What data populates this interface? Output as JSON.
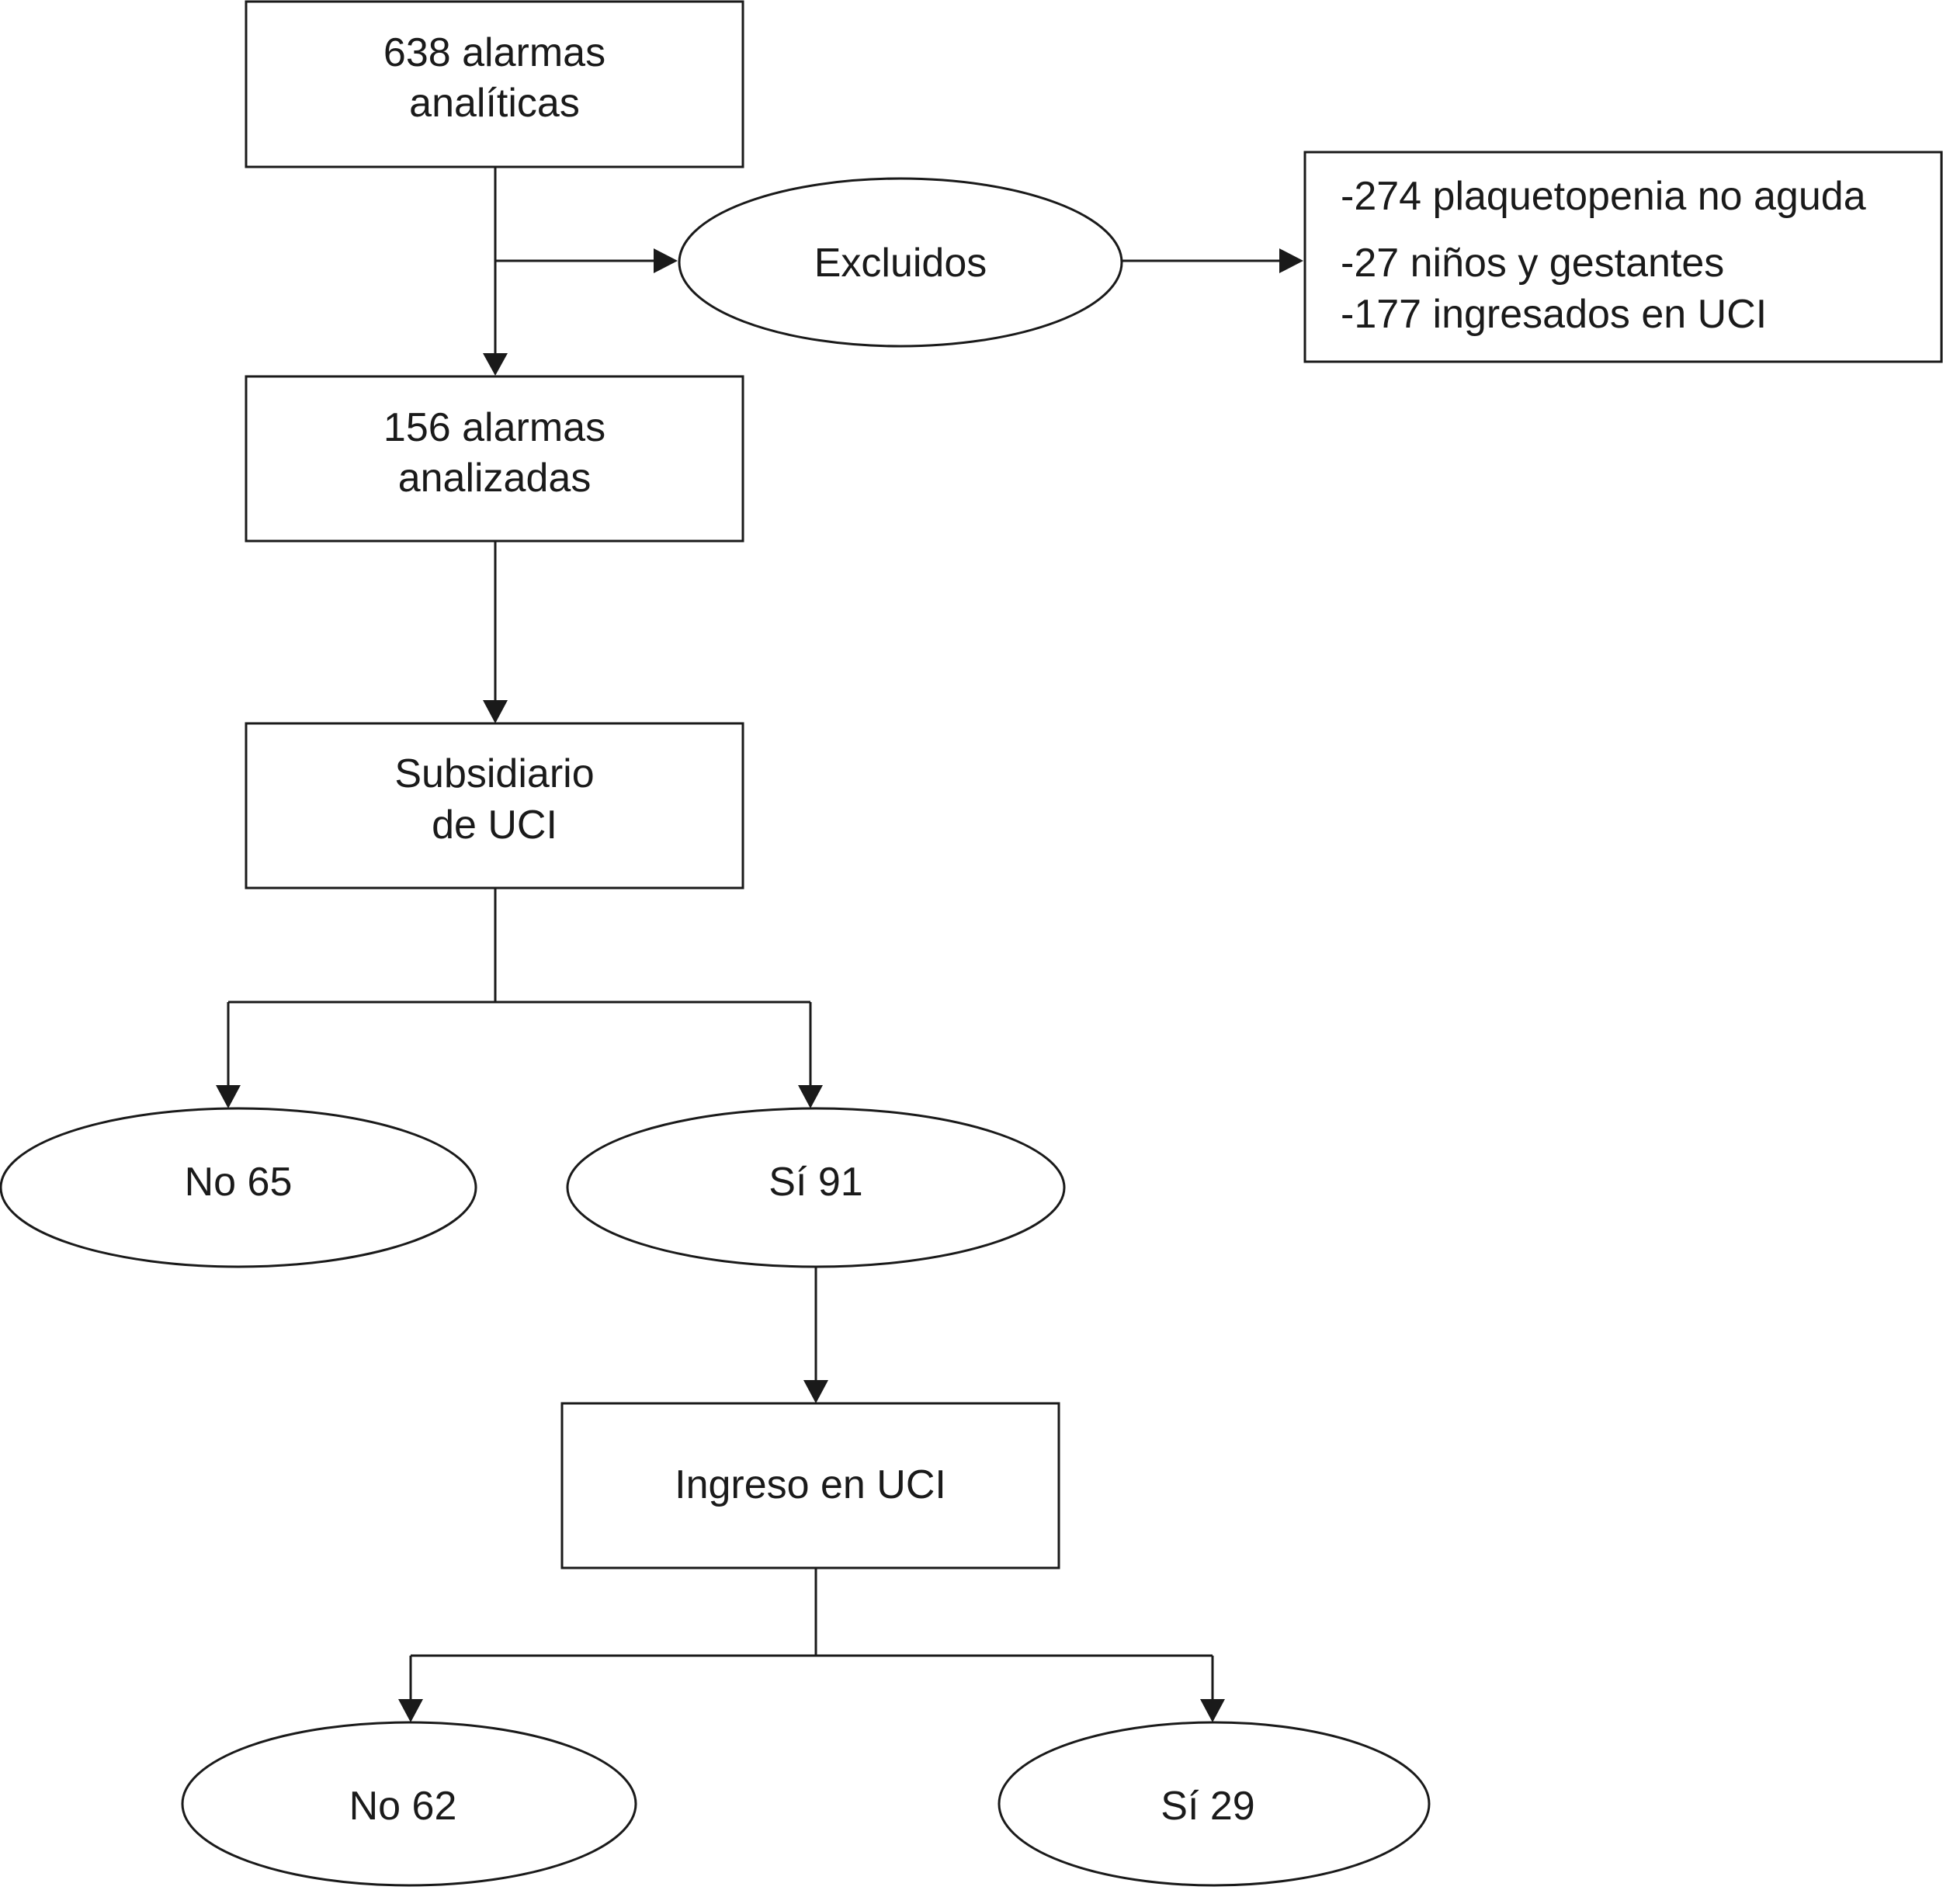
{
  "nodes": {
    "total_alarms": [
      "638 alarmas",
      "analíticas"
    ],
    "excluded": [
      "Excluidos"
    ],
    "exclusion_list": [
      "-274 plaquetopenia no aguda",
      "-27 niños y gestantes",
      "-177 ingresados en UCI"
    ],
    "analyzed": [
      "156 alarmas",
      "analizadas"
    ],
    "icu_candidate": [
      "Subsidiario",
      "de UCI"
    ],
    "candidate_no": [
      "No 65"
    ],
    "candidate_yes": [
      "Sí 91"
    ],
    "icu_admission": [
      "Ingreso en UCI"
    ],
    "admission_no": [
      "No 62"
    ],
    "admission_yes": [
      "Sí 29"
    ]
  }
}
